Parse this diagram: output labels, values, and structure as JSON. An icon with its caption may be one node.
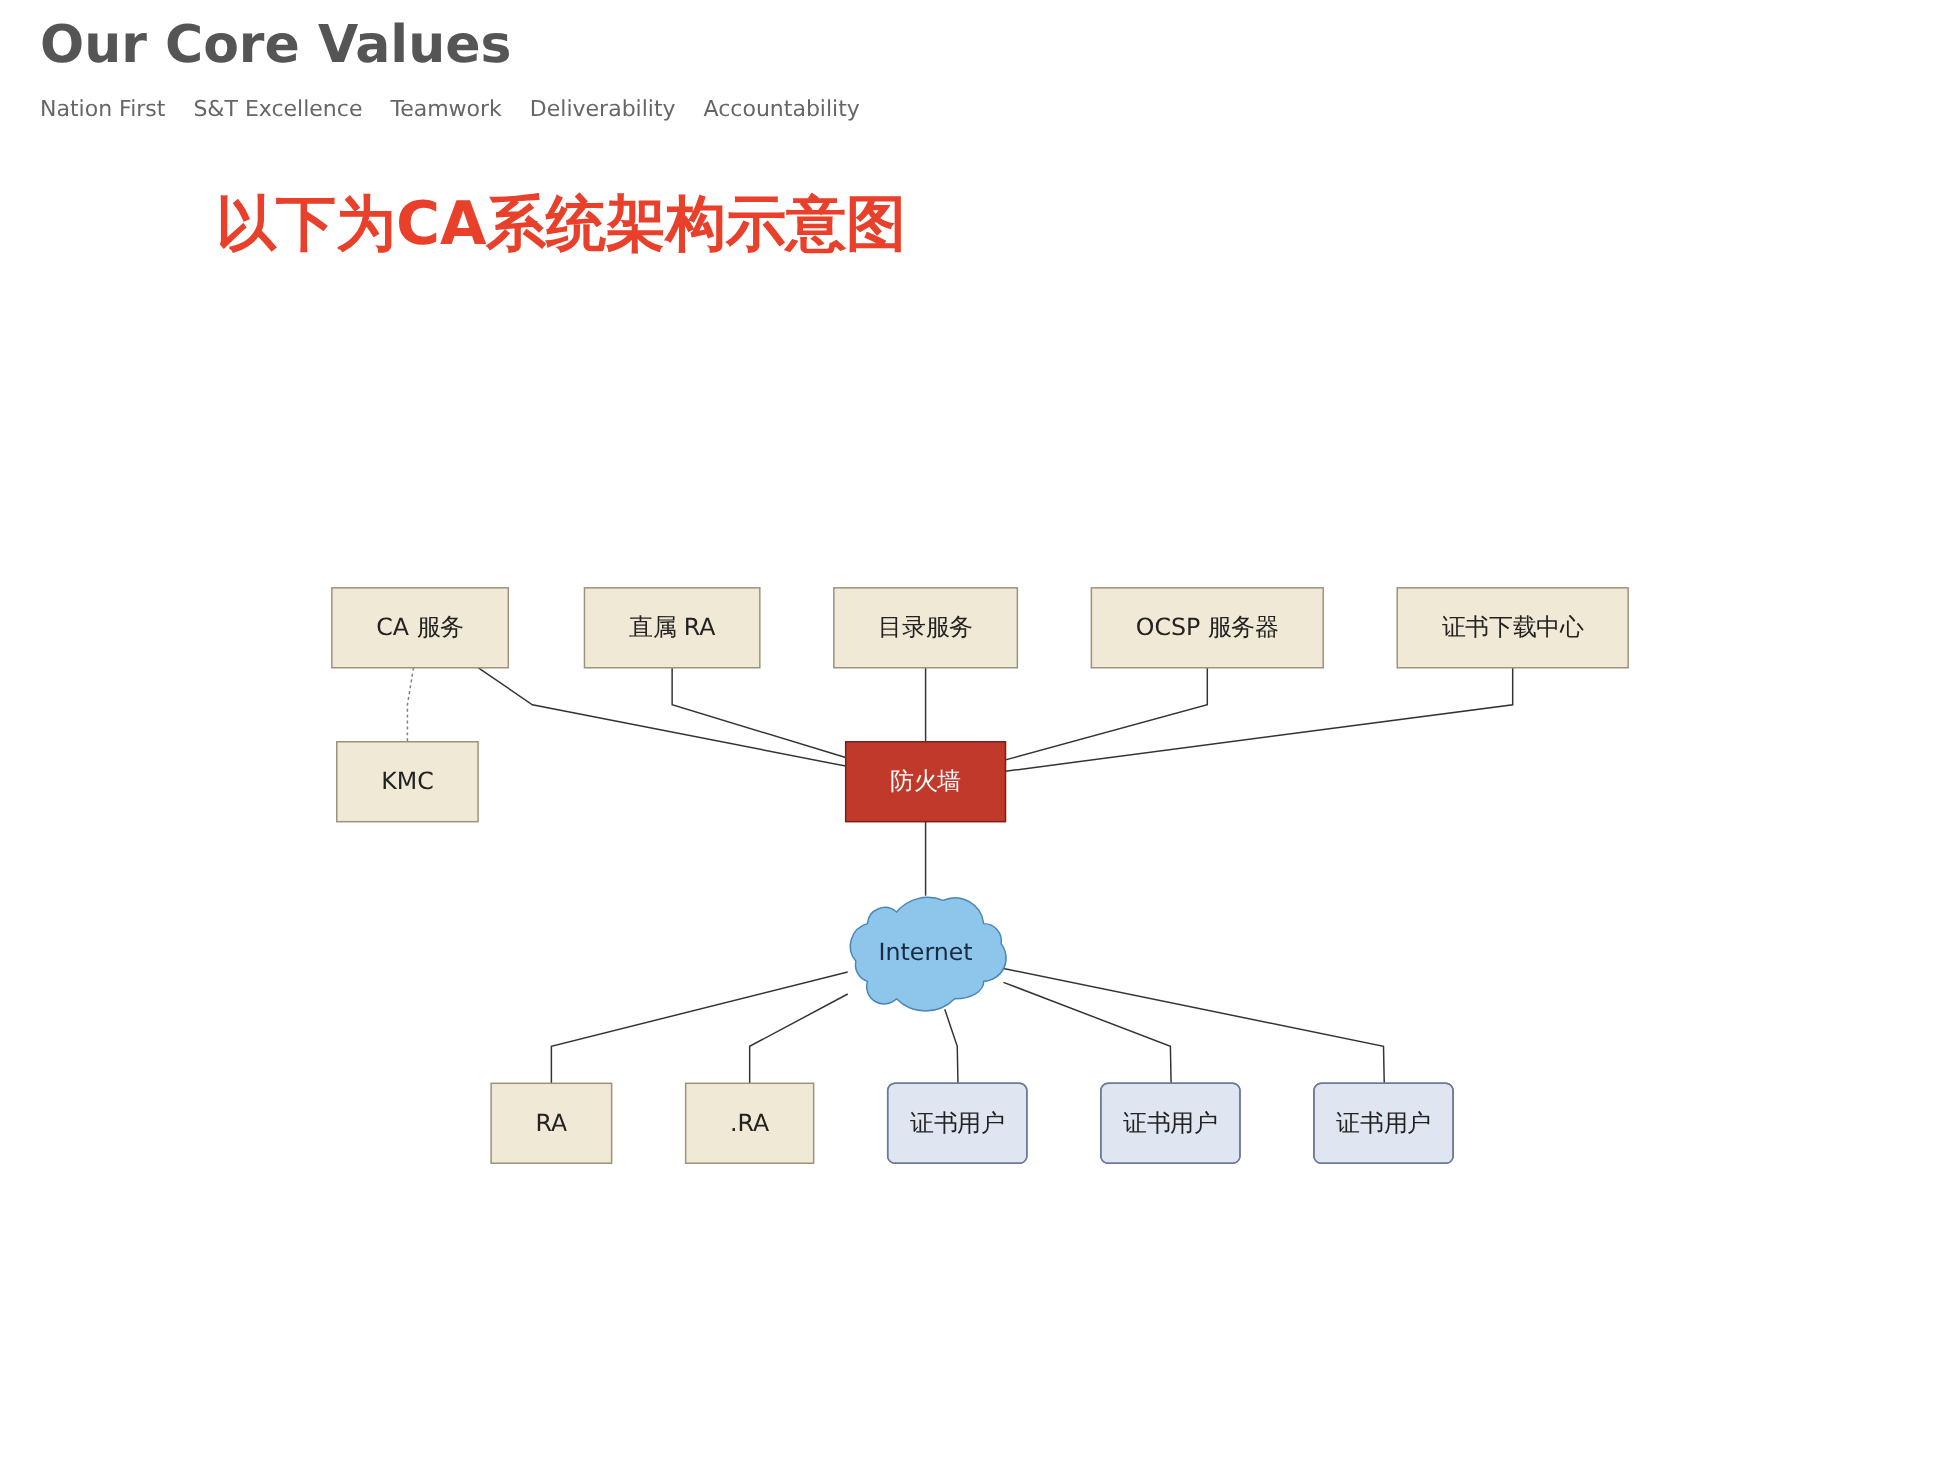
{
  "diagram": {
    "title": "以下为CA系统架构示意图",
    "nodes": [
      {
        "text": [
          "CA 服务"
        ]
      },
      {
        "text": [
          "直属 RA"
        ]
      },
      {
        "text": [
          "目录服务"
        ]
      },
      {
        "text": [
          "OCSP 服务器"
        ]
      },
      {
        "text": [
          "证书下载中心"
        ]
      },
      {
        "text": [
          "KMC"
        ]
      },
      {
        "text": [
          "防火墙"
        ]
      },
      {
        "text": [
          "Internet"
        ]
      },
      {
        "text": [
          "RA"
        ]
      },
      {
        "text": [
          ".RA"
        ]
      },
      {
        "text": [
          "证书用户"
        ]
      },
      {
        "text": [
          "证书用户"
        ]
      },
      {
        "text": [
          "证书用户"
        ]
      }
    ],
    "edges": [
      {
        "from": 0,
        "to": 6,
        "arrow": "none"
      },
      {
        "from": 1,
        "to": 6,
        "arrow": "none"
      },
      {
        "from": 2,
        "to": 6,
        "arrow": "none"
      },
      {
        "from": 3,
        "to": 6,
        "arrow": "none"
      },
      {
        "from": 4,
        "to": 6,
        "arrow": "none"
      },
      {
        "from": 0,
        "to": 5,
        "arrow": "none",
        "style": "dashed",
        "color": "#808080"
      },
      {
        "from": 6,
        "to": 7,
        "arrow": "none"
      },
      {
        "from": 7,
        "to": 8,
        "arrow": "none"
      },
      {
        "from": 7,
        "to": 9,
        "arrow": "none"
      },
      {
        "from": 7,
        "to": 10,
        "arrow": "none"
      },
      {
        "from": 7,
        "to": 11,
        "arrow": "none"
      },
      {
        "from": 7,
        "to": 12,
        "arrow": "none"
      }
    ],
    "labels": [
      "Our Core Values",
      "Nation First",
      "S&T Excellence",
      "Teamwork",
      "Deliverability",
      "Accountability"
    ]
  }
}
